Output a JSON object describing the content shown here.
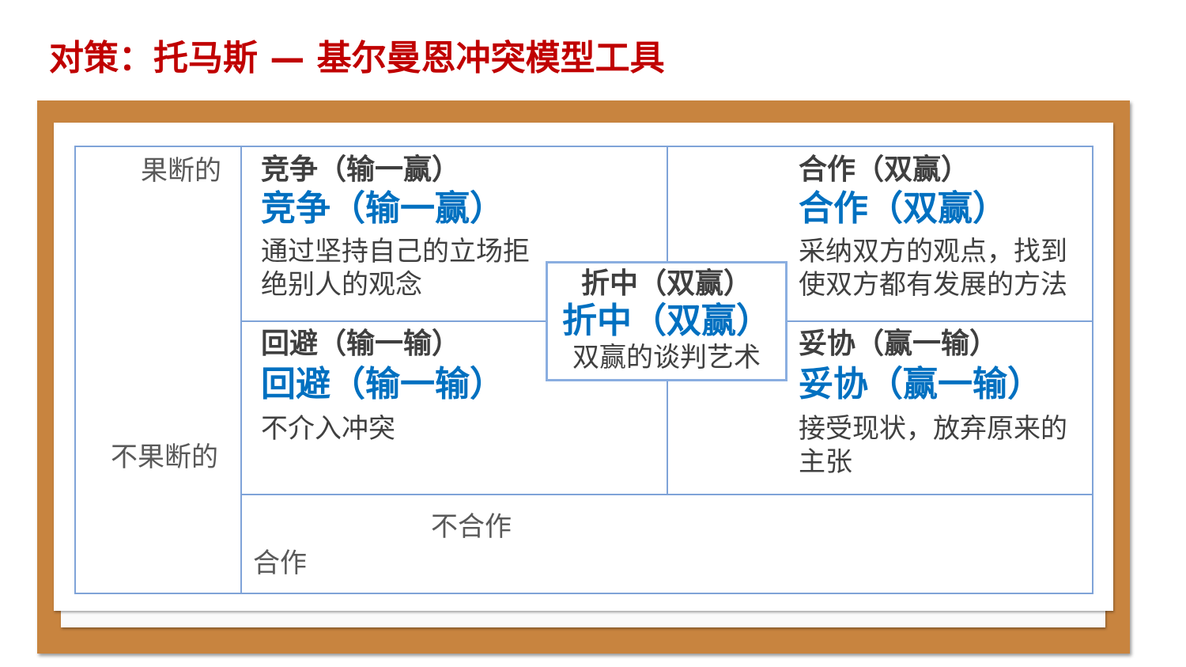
{
  "title": "对策：托马斯 — 基尔曼恩冲突模型工具",
  "axis": {
    "assertive": "果断的",
    "unassertive": "不果断的",
    "uncooperative": "不合作",
    "cooperative": "合作"
  },
  "quadrants": {
    "competing": {
      "heading": "竞争（输一赢）",
      "desc1": "通过坚持自己的立场拒",
      "desc2": "绝别人的观念",
      "label1": "竞争",
      "label2": "（输一赢）"
    },
    "collaborating": {
      "heading": "合作（双赢）",
      "desc1": "采纳双方的观点，找到",
      "desc2": "使双方都有发展的方法",
      "label1": "合作",
      "label2": "（双赢）"
    },
    "compromising": {
      "heading": "折中（双赢）",
      "desc1": "双赢的谈判艺术",
      "label1": "折中",
      "label2": "（双赢）"
    },
    "avoiding": {
      "heading": "回避（输一输）",
      "desc1": "不介入冲突",
      "label1": "回避",
      "label2": "（输一输）"
    },
    "accommodating": {
      "heading": "妥协（赢一输）",
      "desc1": "接受现状，放弃原来的",
      "desc2": "主张",
      "label1": "妥协",
      "label2": "（赢一输）"
    }
  }
}
